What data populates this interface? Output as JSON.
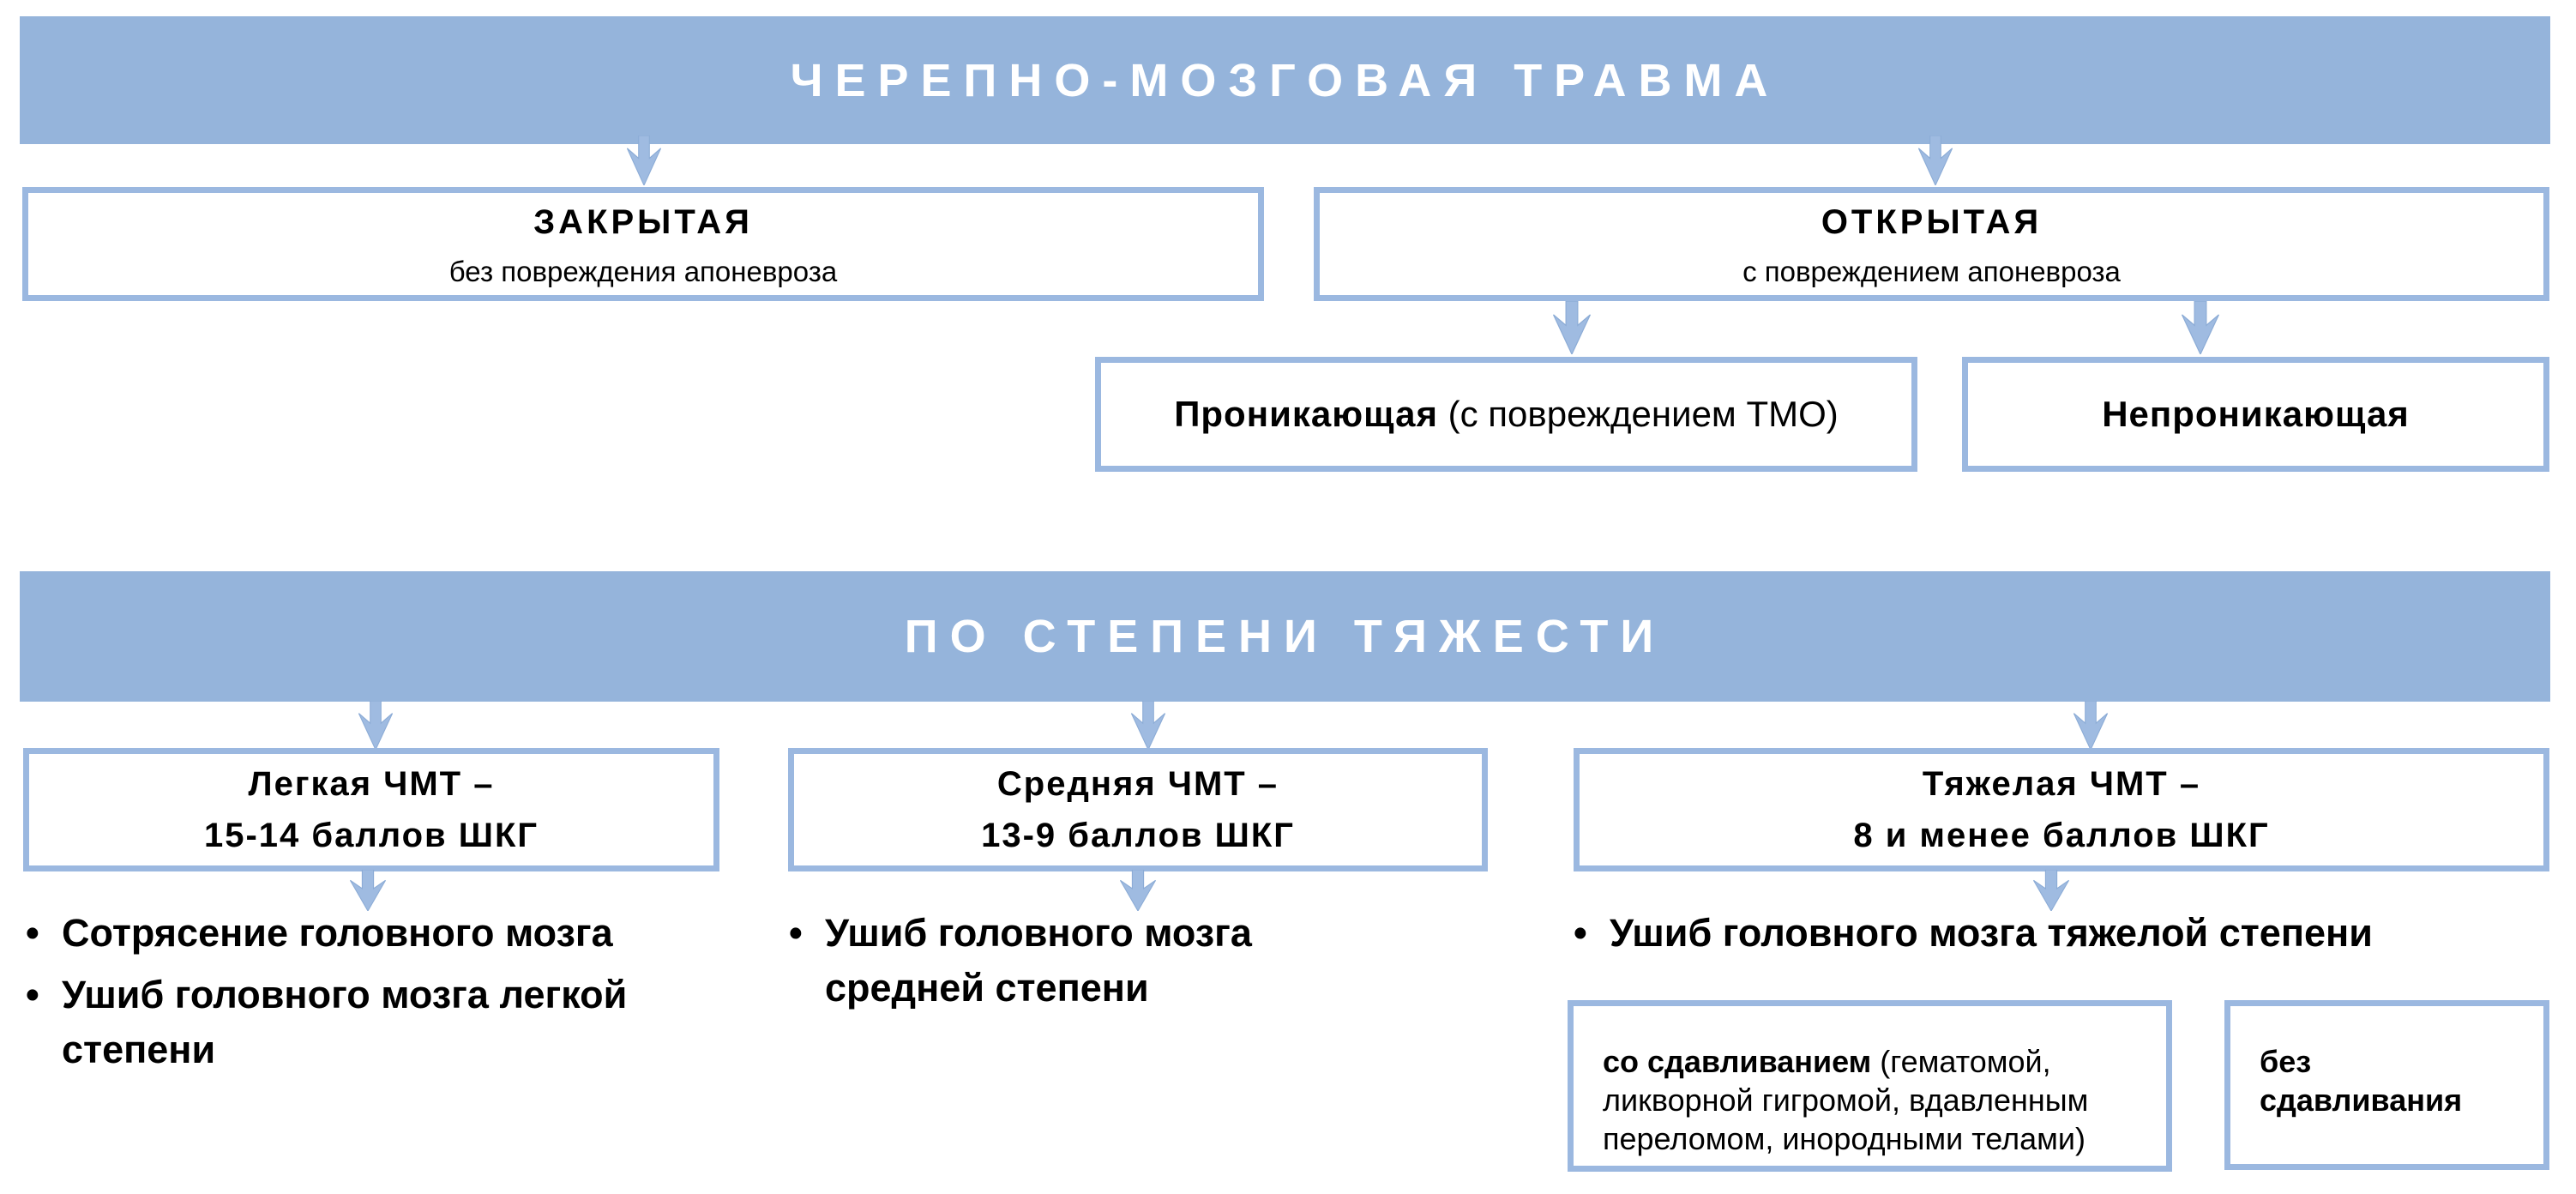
{
  "colors": {
    "accent_blue": "#95b4db",
    "box_border_blue": "#9bb8e0",
    "arrow_fill": "#9fbbe1",
    "arrow_stroke": "#8cacd6",
    "banner_text": "#ffffff",
    "body_text": "#000000"
  },
  "banner_top": {
    "label": "ЧЕРЕПНО-МОЗГОВАЯ ТРАВМА"
  },
  "banner_severity": {
    "label": "ПО СТЕПЕНИ ТЯЖЕСТИ"
  },
  "closed_box": {
    "title": "ЗАКРЫТАЯ",
    "subtitle": "без повреждения апоневроза"
  },
  "open_box": {
    "title": "ОТКРЫТАЯ",
    "subtitle": "с повреждением апоневроза"
  },
  "penetrating_box": {
    "title_bold": "Проникающая",
    "title_rest": " (с повреждением ТМО)"
  },
  "non_penetrating_box": {
    "title_bold": "Непроникающая"
  },
  "mild": {
    "title": "Легкая ЧМТ –\n15-14 баллов ШКГ",
    "bullets": [
      {
        "text": "Сотрясение головного мозга"
      },
      {
        "text": "Ушиб головного мозга легкой\nстепени"
      }
    ]
  },
  "moderate": {
    "title": "Средняя ЧМТ –\n13-9 баллов ШКГ",
    "bullets": [
      {
        "text": "Ушиб головного мозга\nсредней степени"
      }
    ]
  },
  "severe": {
    "title": "Тяжелая ЧМТ –\n8 и менее баллов ШКГ",
    "bullets": [
      {
        "text": "Ушиб головного мозга тяжелой степени"
      }
    ]
  },
  "compression_box": {
    "title_bold": "со сдавливанием",
    "title_rest": " (гематомой,\nликворной гигромой, вдавленным\nпереломом, инородными телами)"
  },
  "no_compression_box": {
    "title_bold": "без сдавливания"
  },
  "bullet_char": "•"
}
